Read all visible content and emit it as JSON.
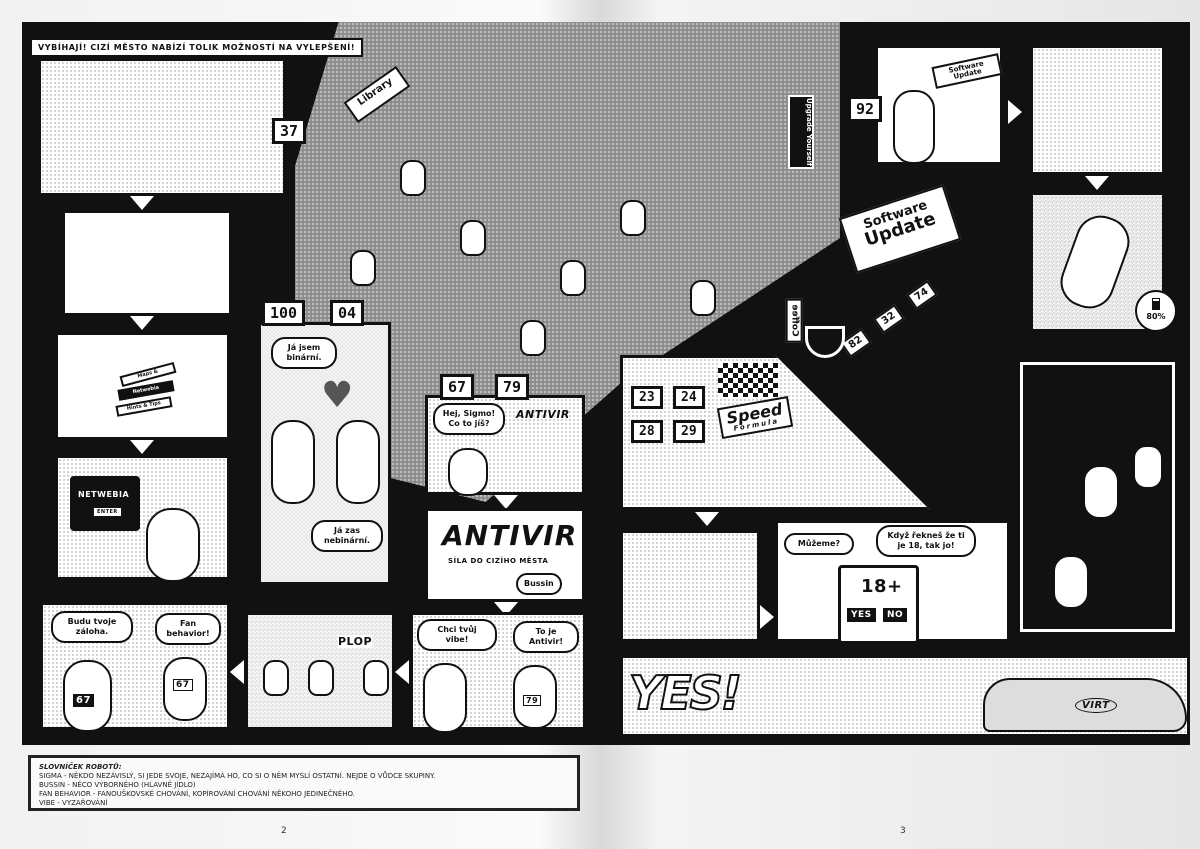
{
  "caption_top": "Vybíhají! Cizí město nabízí tolik možností na vylepšení!",
  "left_page": {
    "number_37": "37",
    "book_labels": [
      "Maps &",
      "Netwebia",
      "Hints & Tips"
    ],
    "netwebia_screen": "Netwebia",
    "screen_button": "Enter",
    "binary_panel": {
      "numbers": [
        "100",
        "04"
      ],
      "bubble1": "Já jsem binární.",
      "bubble2": "Já zas nebinární."
    },
    "antivir_panel1": {
      "numbers": [
        "67",
        "79"
      ],
      "bubble": "Hej, Sigmo! Co to jíš?"
    },
    "antivir_logo": {
      "title": "Antivir",
      "subtitle": "Síla do cizího města",
      "bubble": "Bussin"
    },
    "vibe_panel": {
      "bubble1": "Chci tvůj vibe!",
      "bubble2": "To je Antivir!",
      "badge": "79"
    },
    "plop_panel": {
      "sound": "Plop"
    },
    "backup_panel": {
      "bubble1": "Budu tvoje záloha.",
      "bubble2": "Fan behavior!",
      "badges": [
        "67",
        "67"
      ]
    },
    "building_signs": {
      "library": "Library"
    }
  },
  "right_page": {
    "number_92": "92",
    "sign_small": "Software Update",
    "upgrade_sign": "Upgrade Yourself",
    "software_update_sign": [
      "Software",
      "Update"
    ],
    "queue_numbers": [
      "82",
      "32",
      "74"
    ],
    "coffee_sign": "Coffee",
    "battery_bubble": "80%",
    "speed_panel": {
      "numbers": [
        "23",
        "24",
        "28",
        "29"
      ],
      "sign_title": "Speed",
      "sign_subtitle": "Formula"
    },
    "age_panel": {
      "bubble1": "Můžeme?",
      "bubble2": "Když řekneš že ti je 18, tak jo!",
      "screen": "18+",
      "yes": "Yes",
      "no": "No"
    },
    "yes_shout": "Yes!",
    "car_logo": "VIRT"
  },
  "glossary": {
    "title": "Slovníček robotů:",
    "entries": [
      "Sigma - někdo nezávislý, si jede svoje, nezajímá ho, co si o něm myslí ostatní. Nejde o vůdce skupiny.",
      "Bussin - něco výborného (hlavně jídlo)",
      "Fan behavior - fanouškovské chování, kopírování chování někoho jedinečného.",
      "Vibe - vyzařování"
    ]
  },
  "page_numbers": [
    "2",
    "3"
  ]
}
